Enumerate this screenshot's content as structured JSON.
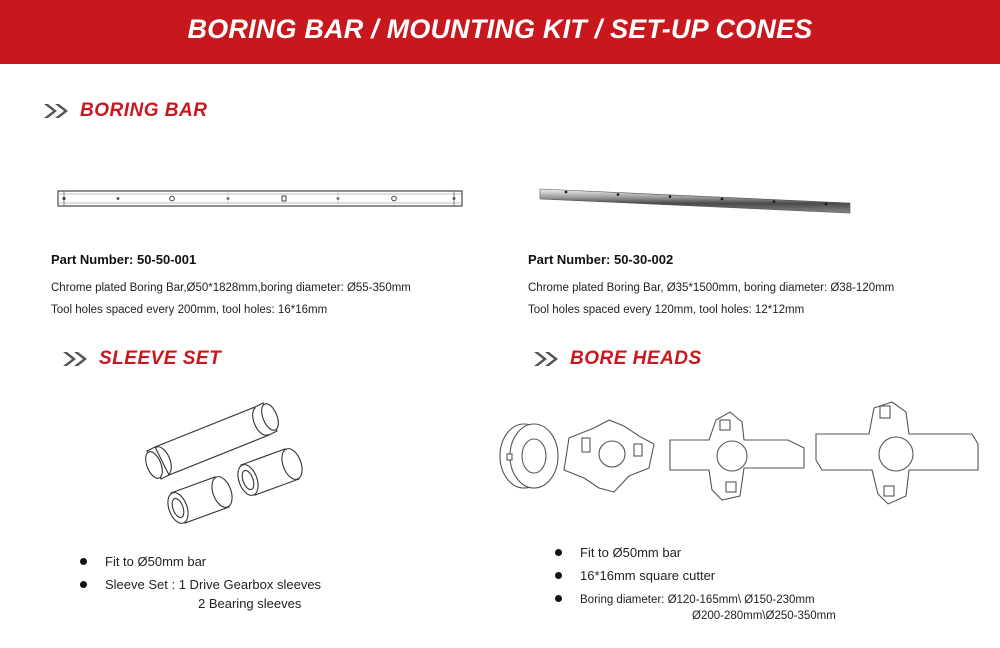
{
  "header": {
    "title": "BORING BAR / MOUNTING KIT / SET-UP CONES"
  },
  "sections": {
    "boring_bar": {
      "heading": "BORING BAR"
    },
    "sleeve_set": {
      "heading": "SLEEVE  SET"
    },
    "bore_heads": {
      "heading": "BORE HEADS"
    }
  },
  "bars": [
    {
      "part_number": "Part Number: 50-50-001",
      "line1": "Chrome plated Boring Bar,Ø50*1828mm,boring diameter: Ø55-350mm",
      "line2": " Tool holes spaced every 200mm, tool holes: 16*16mm"
    },
    {
      "part_number": "Part Number: 50-30-002",
      "line1": "Chrome plated Boring Bar, Ø35*1500mm, boring diameter: Ø38-120mm",
      "line2": "Tool holes spaced every 120mm, tool holes: 12*12mm"
    }
  ],
  "sleeve_bullets": {
    "b1": "Fit to Ø50mm bar",
    "b2": "Sleeve Set :  1 Drive Gearbox sleeves",
    "b2_cont": "2 Bearing sleeves"
  },
  "bore_bullets": {
    "b1": "Fit to Ø50mm bar",
    "b2": "16*16mm square cutter",
    "b3": "Boring diameter: Ø120-165mm\\ Ø150-230mm",
    "b3_cont": "Ø200-280mm\\Ø250-350mm"
  },
  "colors": {
    "brand_red": "#c8181e",
    "chevron_gray": "#555555"
  }
}
